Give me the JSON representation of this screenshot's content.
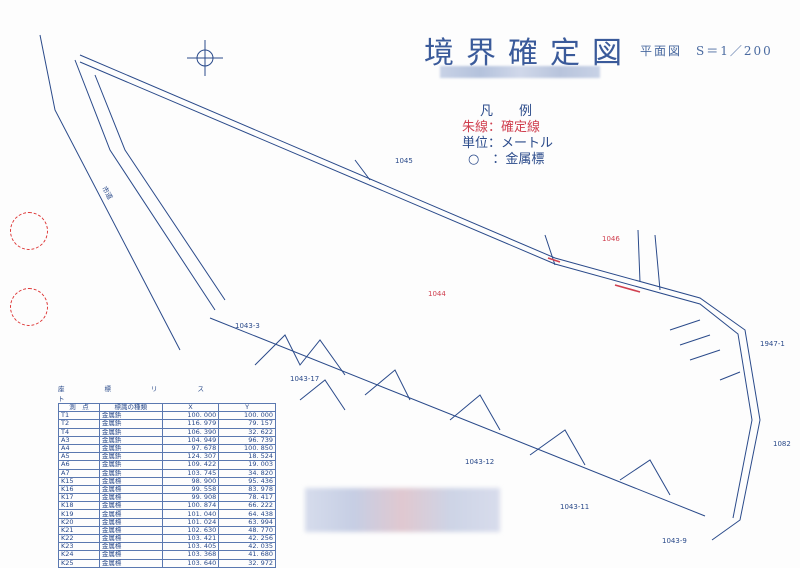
{
  "title": "境界確定図",
  "scale": "平面図　S＝1／200",
  "legend": {
    "heading": "凡　　例",
    "red_line": "朱線：確定線",
    "unit": "単位：メートル",
    "marker": "○　：金属標"
  },
  "parcels": [
    "1045",
    "1046",
    "1044",
    "1043-3",
    "1043-17",
    "1043-12",
    "1043-11",
    "1043-9",
    "1082",
    "1947-1"
  ],
  "road_label": "市道",
  "table": {
    "caption": "座標リスト",
    "headers": [
      "測　点",
      "標識の種類",
      "X",
      "Y"
    ],
    "rows": [
      [
        "T1",
        "金属鋲",
        "100. 000",
        "100. 000"
      ],
      [
        "T2",
        "金属鋲",
        "116. 979",
        "79. 157"
      ],
      [
        "T4",
        "金属鋲",
        "106. 390",
        "32. 622"
      ],
      [
        "A3",
        "金属鋲",
        "104. 949",
        "96. 739"
      ],
      [
        "A4",
        "金属鋲",
        "97. 678",
        "100. 850"
      ],
      [
        "A5",
        "金属鋲",
        "124. 307",
        "18. 524"
      ],
      [
        "A6",
        "金属鋲",
        "109. 422",
        "19. 003"
      ],
      [
        "A7",
        "金属鋲",
        "103. 745",
        "34. 820"
      ],
      [
        "K15",
        "金属標",
        "98. 900",
        "95. 436"
      ],
      [
        "K16",
        "金属標",
        "99. 558",
        "83. 978"
      ],
      [
        "K17",
        "金属標",
        "99. 908",
        "78. 417"
      ],
      [
        "K18",
        "金属標",
        "100. 874",
        "66. 222"
      ],
      [
        "K19",
        "金属標",
        "101. 040",
        "64. 438"
      ],
      [
        "K20",
        "金属標",
        "101. 024",
        "63. 994"
      ],
      [
        "K21",
        "金属標",
        "102. 630",
        "48. 770"
      ],
      [
        "K22",
        "金属標",
        "103. 421",
        "42. 256"
      ],
      [
        "K23",
        "金属標",
        "103. 405",
        "42. 035"
      ],
      [
        "K24",
        "金属標",
        "103. 368",
        "41. 680"
      ],
      [
        "K25",
        "金属標",
        "103. 640",
        "32. 972"
      ]
    ]
  },
  "colors": {
    "ink": "#2a4a8a",
    "red": "#d04050"
  }
}
